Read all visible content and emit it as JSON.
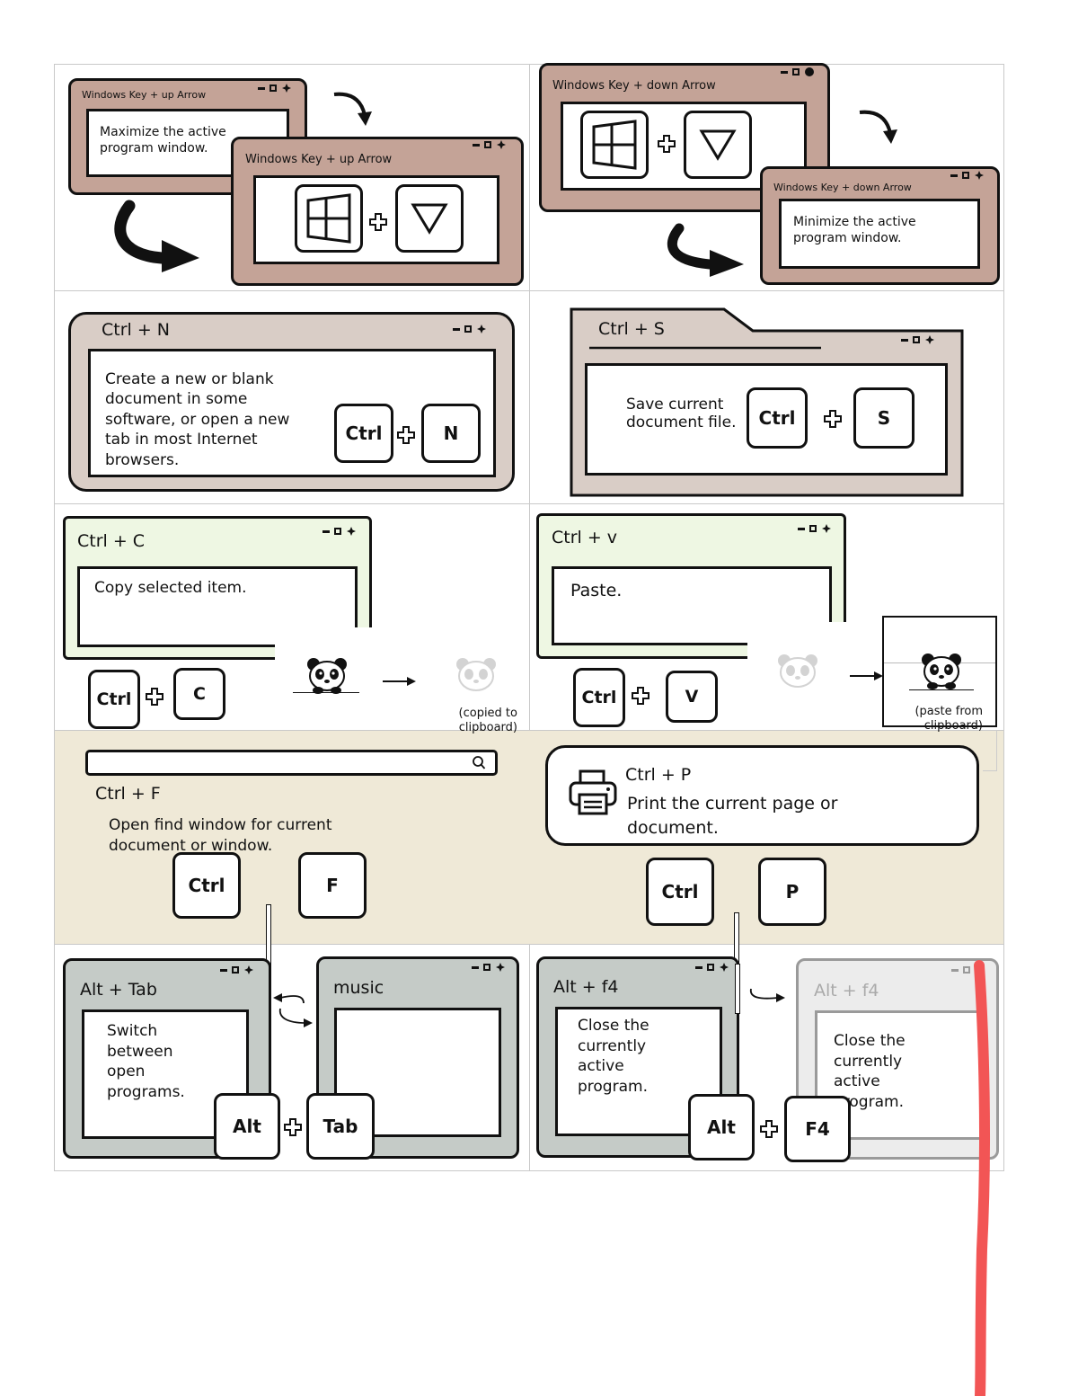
{
  "panels": {
    "win_up": {
      "small_title": "Windows Key + up Arrow",
      "desc": "Maximize the active program window.",
      "big_title": "Windows Key + up Arrow"
    },
    "win_down": {
      "big_title": "Windows Key + down Arrow",
      "small_title": "Windows Key + down Arrow",
      "desc": "Minimize the active program window."
    },
    "ctrl_n": {
      "title": "Ctrl + N",
      "desc": "Create a new or blank document in some software, or open a new tab in most Internet browsers.",
      "keys": [
        "Ctrl",
        "N"
      ]
    },
    "ctrl_s": {
      "title": "Ctrl + S",
      "desc": "Save current document file.",
      "keys": [
        "Ctrl",
        "S"
      ]
    },
    "ctrl_c": {
      "title": "Ctrl + C",
      "desc": "Copy selected item.",
      "keys": [
        "Ctrl",
        "C"
      ],
      "caption": "(copied to clipboard)"
    },
    "ctrl_v": {
      "title": "Ctrl + v",
      "desc": "Paste.",
      "keys": [
        "Ctrl",
        "V"
      ],
      "caption": "(paste from clipboard)"
    },
    "ctrl_f": {
      "title": "Ctrl + F",
      "desc": "Open find window for current document or window.",
      "keys": [
        "Ctrl",
        "F"
      ]
    },
    "ctrl_p": {
      "title": "Ctrl + P",
      "desc": "Print the current page or document.",
      "keys": [
        "Ctrl",
        "P"
      ]
    },
    "alt_tab": {
      "title": "Alt + Tab",
      "desc": "Switch between open programs.",
      "second_title": "music",
      "keys": [
        "Alt",
        "Tab"
      ]
    },
    "alt_f4": {
      "title": "Alt + f4",
      "desc": "Close the currently active program.",
      "ghost_title": "Alt + f4",
      "ghost_desc": "Close the currently active program.",
      "keys": [
        "Alt",
        "F4"
      ]
    }
  },
  "colors": {
    "brown": "#c4a397",
    "taupe": "#d9cdc6",
    "green": "#eef7e3",
    "beige": "#efe9d7",
    "grey": "#c5cbc7",
    "marker_red": "#f25555"
  },
  "icons": [
    "windows-logo-icon",
    "down-triangle-icon",
    "plus-icon",
    "panda-icon",
    "printer-icon",
    "search-icon",
    "close-icon",
    "curved-arrow-icon"
  ]
}
